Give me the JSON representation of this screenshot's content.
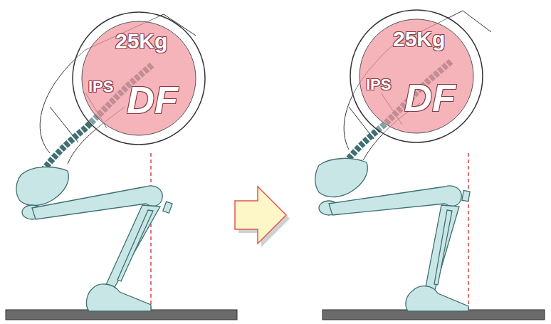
{
  "diagram": {
    "nodes": [
      {
        "text": [
          "25Kg",
          "IPS",
          "DF"
        ]
      },
      {
        "text": [
          "25Kg",
          "IPS",
          "DF"
        ]
      }
    ]
  }
}
